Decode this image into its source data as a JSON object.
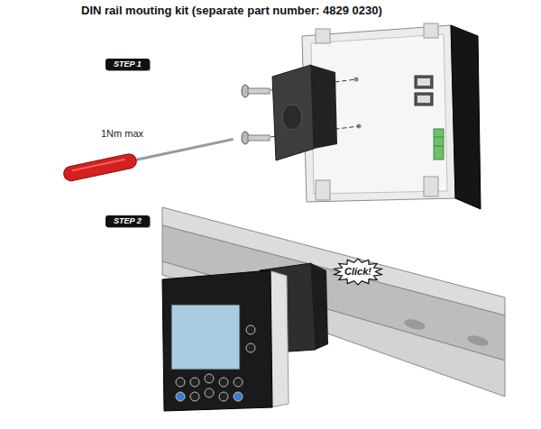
{
  "diagram": {
    "title": "DIN rail mouting kit (separate part number: 4829 0230)",
    "nodes": [
      {
        "text": [
          "STEP 1"
        ]
      },
      {
        "text": [
          "STEP 2"
        ]
      },
      {
        "text": [
          "Click!"
        ]
      }
    ],
    "labels": [
      "1Nm max"
    ]
  }
}
